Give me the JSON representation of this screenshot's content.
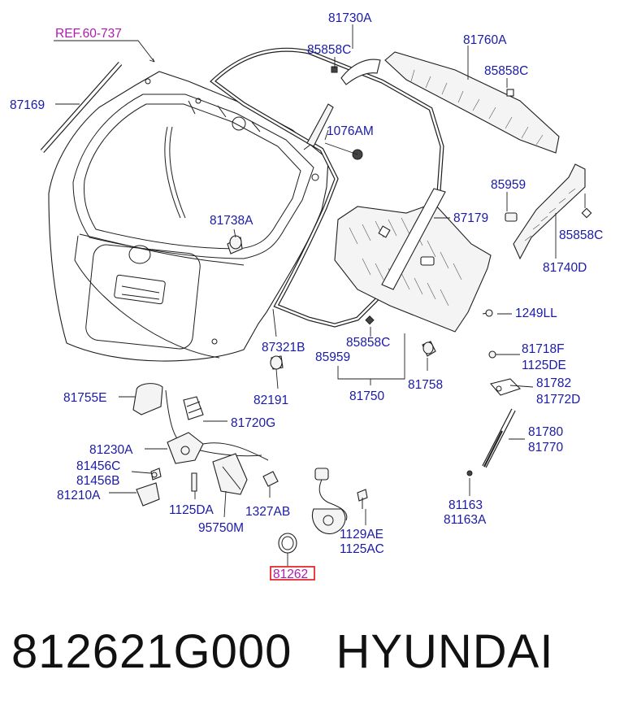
{
  "diagram": {
    "ref_label": "REF.60-737",
    "highlight_label": "81262",
    "callouts": {
      "c81730A": "81730A",
      "c85858C_a": "85858C",
      "c81760A": "81760A",
      "c85858C_b": "85858C",
      "c87169": "87169",
      "c1076AM": "1076AM",
      "c85959_a": "85959",
      "c81738A": "81738A",
      "c87179": "87179",
      "c85858C_c": "85858C",
      "c81740D": "81740D",
      "c1249LL": "1249LL",
      "c87321B": "87321B",
      "c85858C_d": "85858C",
      "c85959_b": "85959",
      "c81718F": "81718F",
      "c1125DE": "1125DE",
      "c81758": "81758",
      "c81782": "81782",
      "c81772D": "81772D",
      "c81755E": "81755E",
      "c82191": "82191",
      "c81750": "81750",
      "c81720G": "81720G",
      "c81230A": "81230A",
      "c81780": "81780",
      "c81770": "81770",
      "c81456C": "81456C",
      "c81456B": "81456B",
      "c81210A": "81210A",
      "c1125DA": "1125DA",
      "c1327AB": "1327AB",
      "c95750M": "95750M",
      "c81163": "81163",
      "c81163A": "81163A",
      "c1129AE": "1129AE",
      "c1125AC": "1125AC"
    }
  },
  "caption": {
    "part_number": "812621G000",
    "brand": "HYUNDAI"
  }
}
